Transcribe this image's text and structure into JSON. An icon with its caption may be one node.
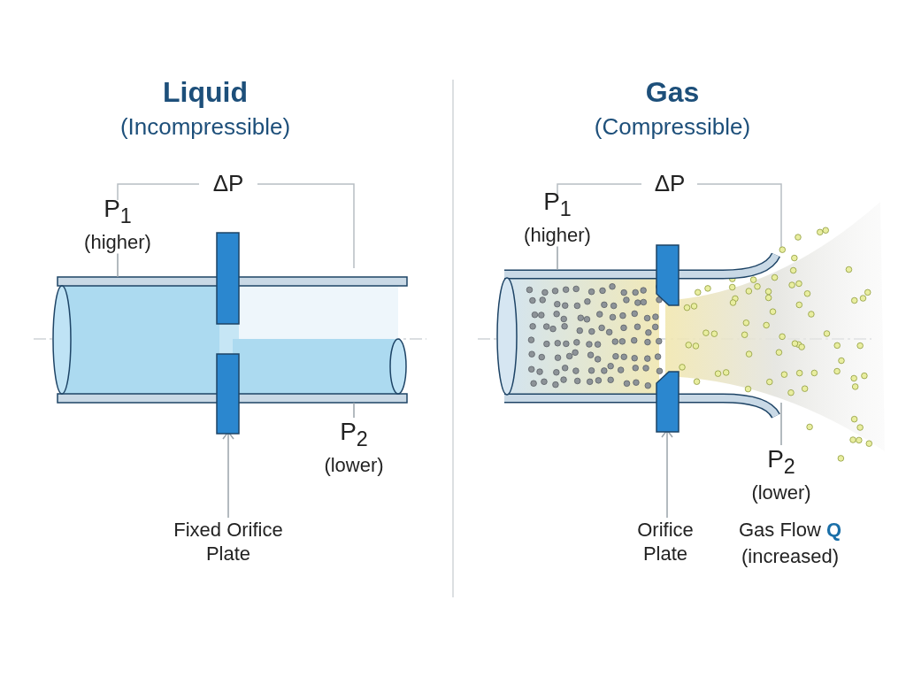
{
  "diagram": {
    "nodes": [
      {
        "text": [
          "P$_{1}$",
          "(higher)"
        ]
      },
      {
        "text": [],
        "shape": "cylinder"
      },
      {
        "text": [],
        "shape": "bar"
      },
      {
        "text": [
          "P$_{2}$",
          "(lower)"
        ]
      },
      {
        "text": [
          "Fixed Orifice Plate"
        ]
      },
      {
        "text": [
          "P$_{1}$",
          "(higher)"
        ]
      },
      {
        "text": [],
        "shape": "cylinder"
      },
      {
        "text": [],
        "shape": "bar"
      },
      {
        "text": [
          "P$_{2}$",
          "(lower)"
        ]
      },
      {
        "text": [
          "Orifice Plate"
        ]
      }
    ],
    "edges": [
      {
        "from": 0,
        "to": 1,
        "arrow": "none"
      },
      {
        "from": 3,
        "to": 1,
        "arrow": "none"
      },
      {
        "from": 4,
        "to": 2,
        "arrow": "to"
      },
      {
        "from": 5,
        "to": 6,
        "arrow": "none"
      },
      {
        "from": 8,
        "to": 6,
        "arrow": "none"
      },
      {
        "from": 9,
        "to": 7,
        "arrow": "to"
      }
    ],
    "labels": [
      "Liquid",
      "(Incompressible)",
      "ΔP",
      "Gas",
      "(Compressible)",
      "ΔP",
      "Gas Flow **Q**",
      "(increased)"
    ]
  }
}
